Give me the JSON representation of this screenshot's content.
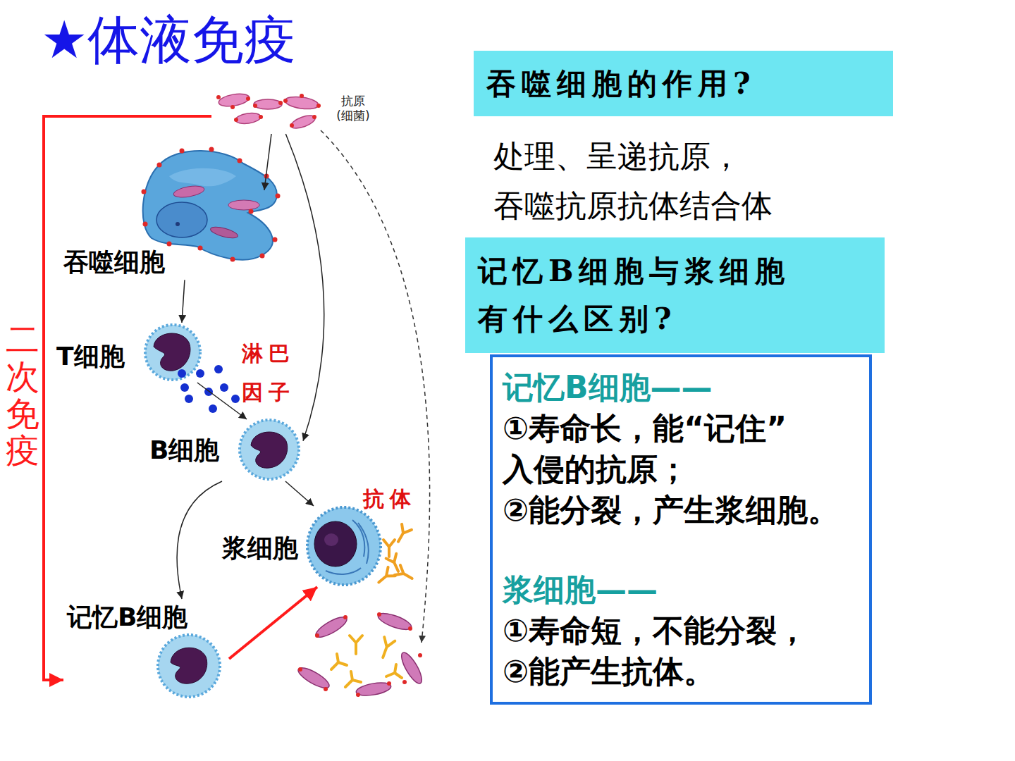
{
  "diagram": {
    "title": "★体液免疫",
    "nodes": [
      {
        "text": [
          "抗原 (细菌)"
        ]
      },
      {
        "text": [
          "吞噬细胞"
        ]
      },
      {
        "text": [
          "T细胞"
        ]
      },
      {
        "text": [
          "B细胞"
        ]
      },
      {
        "text": [
          "浆细胞"
        ]
      },
      {
        "text": [
          "记忆B细胞"
        ]
      },
      {
        "text": [
          "吞噬细胞的作用?"
        ]
      },
      {
        "text": [
          "记忆B细胞与浆细胞 有什么区别?"
        ]
      },
      {
        "text": [
          "记忆B细胞——",
          "①寿命长，能“记住” 入侵的抗原；",
          "②能分裂，产生浆细胞。",
          "浆细胞——",
          "①寿命短，不能分裂，",
          "②能产生抗体。"
        ]
      }
    ],
    "edges": [
      {
        "from": 0,
        "to": 1,
        "arrow": "to"
      },
      {
        "from": 0,
        "to": 3,
        "arrow": "to"
      },
      {
        "from": 1,
        "to": 2,
        "arrow": "to"
      },
      {
        "from": 2,
        "to": 3,
        "arrow": "to"
      },
      {
        "from": 3,
        "to": 4,
        "arrow": "to"
      },
      {
        "from": 3,
        "to": 5,
        "arrow": "to"
      },
      {
        "from": 5,
        "to": 4,
        "arrow": "to"
      },
      {
        "from": 0,
        "to": 5,
        "arrow": "to"
      }
    ],
    "labels": [
      "处理、呈递抗原，",
      "吞噬抗原抗体结合体",
      "二次免疫",
      "淋巴 因子",
      "抗体"
    ]
  }
}
